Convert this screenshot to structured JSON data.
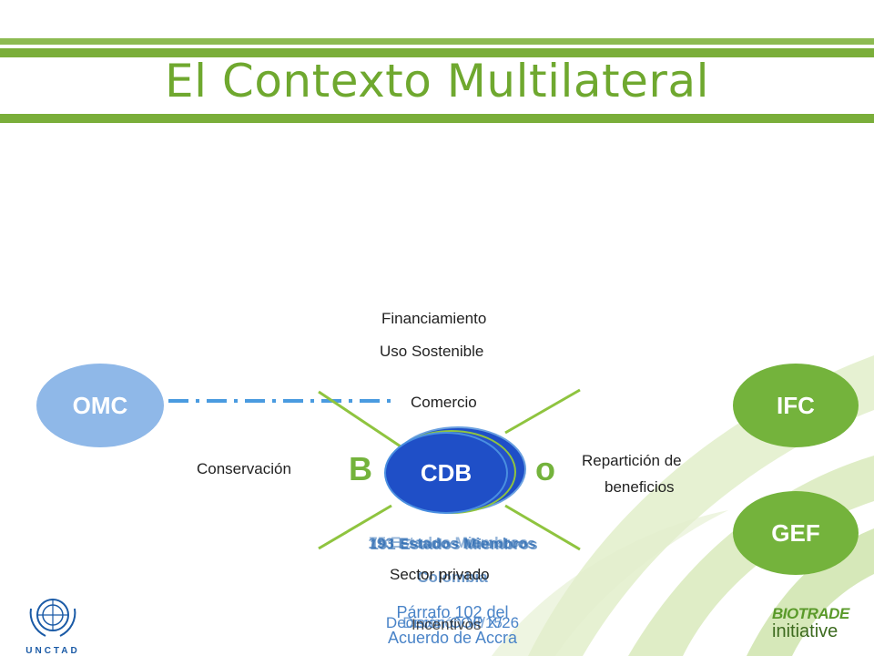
{
  "slide": {
    "title": "El Contexto Multilateral"
  },
  "center": {
    "cdb": "CDB",
    "behind_text_left": "B",
    "behind_text_right": "o"
  },
  "ovals": {
    "omc": "OMC",
    "ifc": "IFC",
    "gef": "GEF"
  },
  "labels": {
    "financiamiento": "Financiamiento",
    "uso_sostenible": "Uso Sostenible",
    "comercio": "Comercio",
    "conservacion": "Conservación",
    "reparticion_1": "Repartición de",
    "reparticion_2": "beneficios",
    "sector_privado": "Sector privado",
    "incentivos": "Incentivos"
  },
  "overlap": {
    "estados_a": "191 Estados Miembros",
    "estados_b": "193 Estados Miembros",
    "estados_c": "75 Estados Miembros",
    "colombia": "Colombia",
    "parrafo_1": "Párrafo 102 del",
    "parrafo_2": "Acuerdo de Accra",
    "decision": "Decisión COP X/26",
    "decision_b": "Decisión VI/15"
  },
  "logos": {
    "unctad": "UNCTAD",
    "biotrade_1": "BIOTRADE",
    "biotrade_2": "initiative"
  },
  "colors": {
    "green_bar": "#7aae3a",
    "title_green": "#6fa82f",
    "blue_oval": "#1f4fc7",
    "omc_oval": "#8fb8e8",
    "green_oval": "#74b33c",
    "line_green": "#8fc43f",
    "dash_blue": "#4a9be0"
  }
}
